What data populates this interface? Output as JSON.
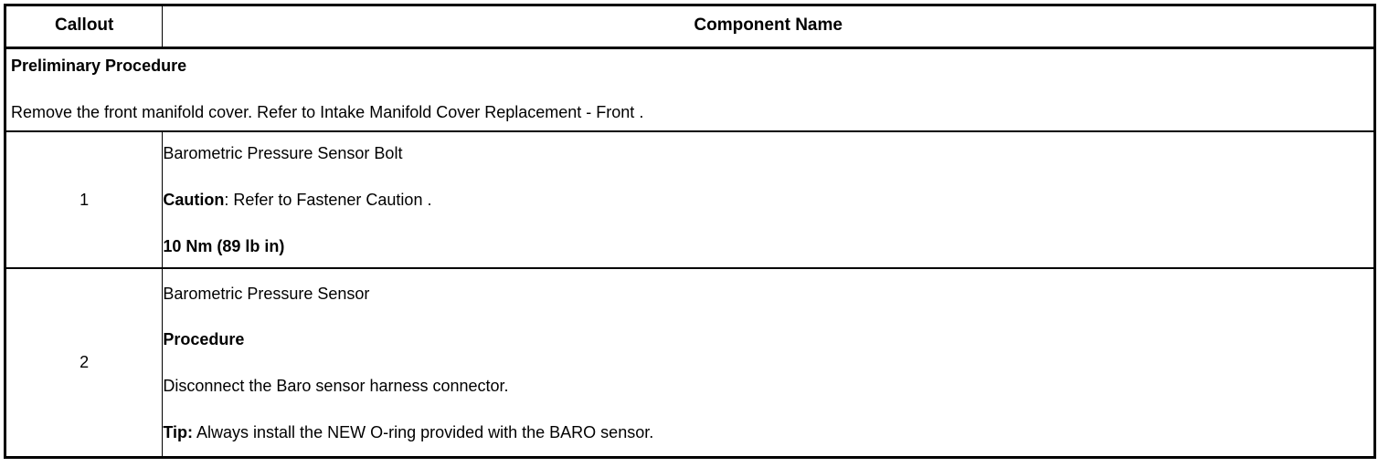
{
  "table": {
    "columns": [
      {
        "key": "callout",
        "label": "Callout",
        "align": "center"
      },
      {
        "key": "component_name",
        "label": "Component Name",
        "align": "center"
      }
    ],
    "preliminary": {
      "title": "Preliminary Procedure",
      "text": "Remove the front manifold cover. Refer to Intake Manifold Cover Replacement - Front ."
    },
    "rows": [
      {
        "callout": "1",
        "lines": [
          {
            "bold_prefix": "",
            "text": "Barometric Pressure Sensor Bolt"
          },
          {
            "bold_prefix": "Caution",
            "text": ": Refer to Fastener Caution ."
          },
          {
            "bold_prefix": "10 Nm (89 lb in)",
            "text": ""
          }
        ]
      },
      {
        "callout": "2",
        "lines": [
          {
            "bold_prefix": "",
            "text": "Barometric Pressure Sensor"
          },
          {
            "bold_prefix": "Procedure",
            "text": ""
          },
          {
            "bold_prefix": "",
            "text": "Disconnect the Baro sensor harness connector."
          },
          {
            "bold_prefix": "Tip:",
            "text": " Always install the NEW O-ring provided with the BARO sensor."
          }
        ]
      }
    ]
  },
  "colors": {
    "border": "#000000",
    "background": "#ffffff",
    "text": "#000000"
  }
}
